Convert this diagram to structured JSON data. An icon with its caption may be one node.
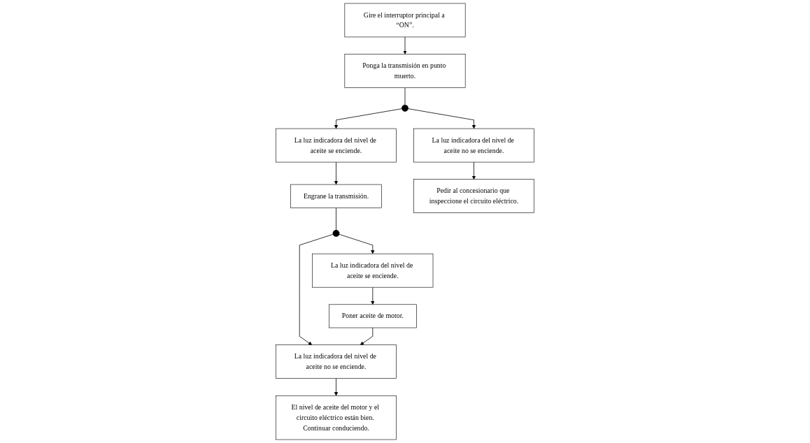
{
  "diagram": {
    "nodes": [
      {
        "text": [
          "Gire el interruptor principal a “ON”."
        ]
      },
      {
        "text": [
          "Ponga la transmisión en punto muerto."
        ]
      },
      {
        "text": [],
        "shape": "circle"
      },
      {
        "text": [
          "La luz indicadora del nivel de aceite no se enciende."
        ]
      },
      {
        "text": [
          "La luz indicadora del nivel de aceite se enciende."
        ]
      },
      {
        "text": [
          "Engrane la transmisión."
        ]
      },
      {
        "text": [],
        "shape": "circle"
      },
      {
        "text": [
          "La luz indicadora del nivel de aceite no se enciende."
        ]
      },
      {
        "text": [
          "La luz indicadora del nivel de aceite se enciende."
        ]
      },
      {
        "text": [
          "Pedir al concesionario que inspeccione el circuito eléctrico."
        ]
      },
      {
        "text": [
          "El nivel de aceite del motor y el circuito eléctrico están bien. Continuar conduciendo."
        ]
      },
      {
        "text": [
          "Poner aceite de motor."
        ]
      }
    ],
    "edges": [
      {
        "from": 0,
        "to": 1,
        "arrow": "to"
      },
      {
        "from": 1,
        "to": 2,
        "arrow": "none"
      },
      {
        "from": 2,
        "to": 3,
        "arrow": "to"
      },
      {
        "from": 2,
        "to": 4,
        "arrow": "to"
      },
      {
        "from": 3,
        "to": 9,
        "arrow": "to"
      },
      {
        "from": 4,
        "to": 5,
        "arrow": "to"
      },
      {
        "from": 5,
        "to": 6,
        "arrow": "none"
      },
      {
        "from": 6,
        "to": 7,
        "arrow": "to"
      },
      {
        "from": 6,
        "to": 8,
        "arrow": "to"
      },
      {
        "from": 7,
        "to": 10,
        "arrow": "to"
      },
      {
        "from": 8,
        "to": 11,
        "arrow": "to"
      },
      {
        "from": 11,
        "to": 7,
        "arrow": "to"
      }
    ]
  }
}
